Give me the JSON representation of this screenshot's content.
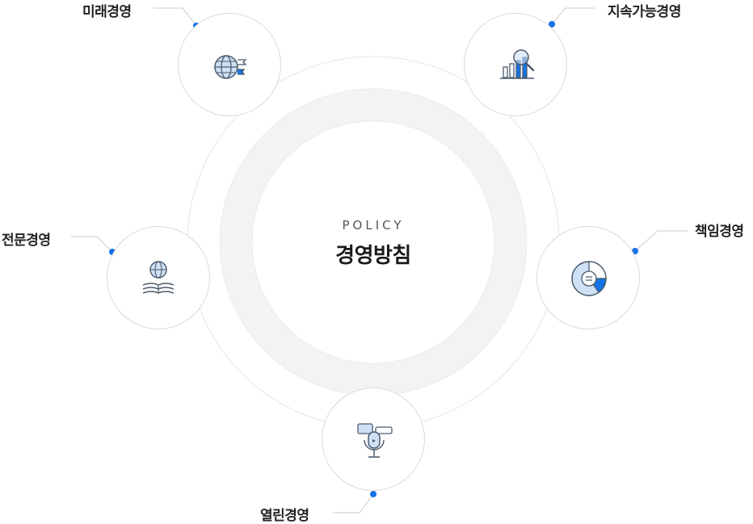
{
  "center": {
    "eyebrow": "POLICY",
    "title": "경영방침"
  },
  "nodes": [
    {
      "key": "future",
      "label": "미래경영",
      "icon": "globe-flag-icon"
    },
    {
      "key": "sustainable",
      "label": "지속가능경영",
      "icon": "chart-magnifier-icon"
    },
    {
      "key": "responsible",
      "label": "책임경영",
      "icon": "pie-chart-icon"
    },
    {
      "key": "open",
      "label": "열린경영",
      "icon": "microphone-speech-icon"
    },
    {
      "key": "expert",
      "label": "전문경영",
      "icon": "globe-book-icon"
    }
  ],
  "colors": {
    "accent": "#1473e6",
    "line": "#d6d6d6",
    "ring": "#f4f4f4",
    "iconStroke": "#4a5a6c",
    "iconFill": "#cfe0f5"
  }
}
